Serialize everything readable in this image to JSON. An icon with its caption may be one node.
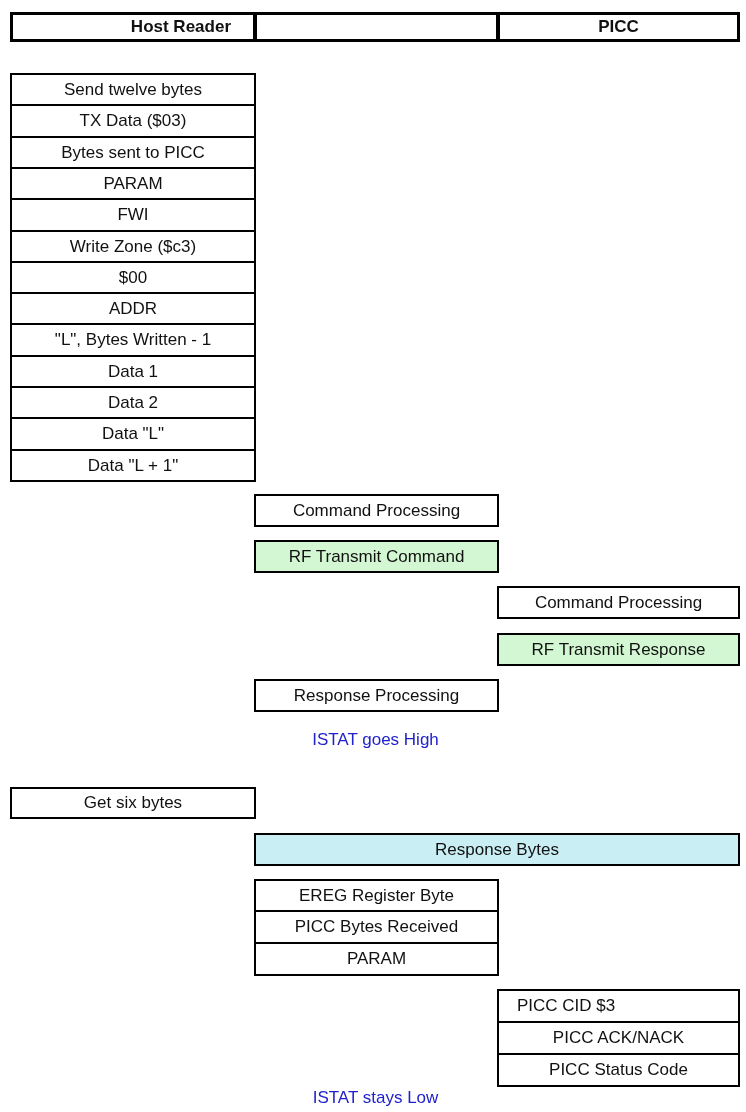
{
  "diagram": {
    "nodes": [
      {
        "text": [
          "Host Reader"
        ]
      },
      {
        "text": [],
        "shape": "box"
      },
      {
        "text": [
          "PICC"
        ]
      },
      {
        "text": [
          "Send twelve bytes"
        ]
      },
      {
        "text": [
          "TX Data ($03)"
        ]
      },
      {
        "text": [
          "Bytes sent to PICC"
        ]
      },
      {
        "text": [
          "PARAM"
        ]
      },
      {
        "text": [
          "FWI"
        ]
      },
      {
        "text": [
          "Write Zone ($c3)"
        ]
      },
      {
        "text": [
          "$00"
        ]
      },
      {
        "text": [
          "ADDR"
        ]
      },
      {
        "text": [
          "\"L\", Bytes Written - 1"
        ]
      },
      {
        "text": [
          "Data 1"
        ]
      },
      {
        "text": [
          "Data 2"
        ]
      },
      {
        "text": [
          "Data \"L\""
        ]
      },
      {
        "text": [
          "Data \"L + 1\""
        ]
      },
      {
        "text": [
          "Command Processing"
        ]
      },
      {
        "text": [
          "RF Transmit Command"
        ]
      },
      {
        "text": [
          "Command Processing"
        ]
      },
      {
        "text": [
          "RF Transmit Response"
        ]
      },
      {
        "text": [
          "Response Processing"
        ]
      },
      {
        "text": [
          "Get six bytes"
        ]
      },
      {
        "text": [
          "Response Bytes"
        ]
      },
      {
        "text": [
          "EREG Register Byte"
        ]
      },
      {
        "text": [
          "PICC Bytes Received"
        ]
      },
      {
        "text": [
          "PARAM"
        ]
      },
      {
        "text": [
          "PICC CID $3"
        ]
      },
      {
        "text": [
          "PICC ACK/NACK"
        ]
      },
      {
        "text": [
          "PICC Status Code"
        ]
      }
    ],
    "edges": [],
    "labels": [
      "ISTAT goes High",
      "ISTAT stays Low"
    ]
  }
}
